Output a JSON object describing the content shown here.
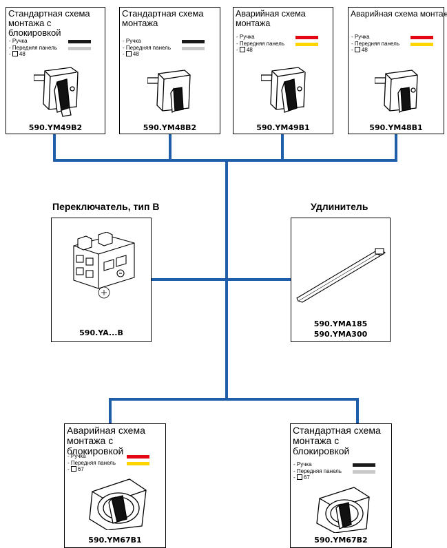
{
  "colors": {
    "wire": "#1f5ea8",
    "black": "#1a1a1a",
    "grey": "#c8c8c8",
    "red": "#e30613",
    "yellow": "#ffd500"
  },
  "top_cards": [
    {
      "title": "Стандартная схема монтажа с блокировкой",
      "handle": "- Ручка",
      "panel": "- Передняя панель",
      "size": "48",
      "handle_color": "black",
      "panel_color": "grey",
      "code": "590.YM49B2",
      "icon": "rotary-handle-icon"
    },
    {
      "title": "Стандартная схема монтажа",
      "handle": "- Ручка",
      "panel": "- Передняя панель",
      "size": "48",
      "handle_color": "black",
      "panel_color": "grey",
      "code": "590.YM48B2",
      "icon": "rotary-handle-icon"
    },
    {
      "title": "Аварийная схема монтажа",
      "handle": "- Ручка",
      "panel": "- Передняя панель",
      "size": "48",
      "handle_color": "red",
      "panel_color": "yellow",
      "code": "590.YM49B1",
      "icon": "rotary-handle-icon"
    },
    {
      "title": "Аварийная схема монтажа",
      "handle": "- Ручка",
      "panel": "- Передняя панель",
      "size": "48",
      "handle_color": "red",
      "panel_color": "yellow",
      "code": "590.YM48B1",
      "icon": "rotary-handle-icon"
    }
  ],
  "switch": {
    "heading": "Переключатель, тип B",
    "code": "590.YA...B",
    "icon": "switch-body-icon"
  },
  "extension": {
    "heading": "Удлинитель",
    "code1": "590.YMA185",
    "code2": "590.YMA300",
    "icon": "shaft-icon"
  },
  "bottom_cards": [
    {
      "title": "Аварийная схема монтажа с блокировкой",
      "handle": "- Ручка",
      "panel": "- Передняя панель",
      "size": "67",
      "handle_color": "red",
      "panel_color": "yellow",
      "code": "590.YM67B1",
      "icon": "large-rotary-handle-icon"
    },
    {
      "title": "Стандартная схема монтажа с блокировкой",
      "handle": "- Ручка",
      "panel": "- Передняя панель",
      "size": "67",
      "handle_color": "black",
      "panel_color": "grey",
      "code": "590.YM67B2",
      "icon": "large-rotary-handle-icon"
    }
  ]
}
